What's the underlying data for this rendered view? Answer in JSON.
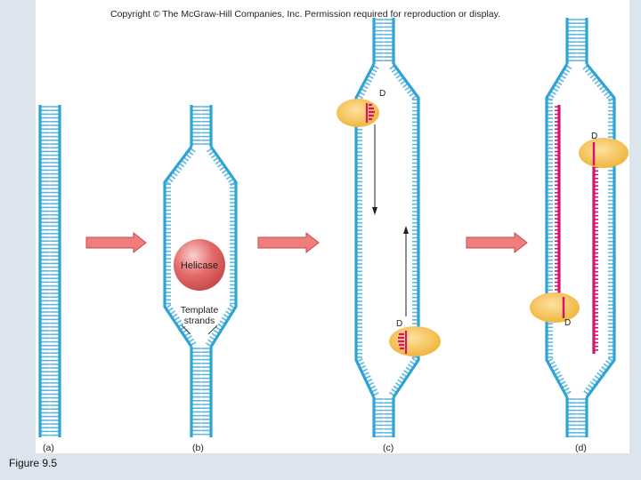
{
  "header": {
    "copyright": "Copyright © The McGraw-Hill Companies, Inc. Permission required for reproduction or display."
  },
  "caption": "Figure 9.5",
  "panels": {
    "a": {
      "label": "(a)"
    },
    "b": {
      "label": "(b)",
      "helicase": "Helicase",
      "template_line1": "Template",
      "template_line2": "strands"
    },
    "c": {
      "label": "(c)",
      "polymerase_top": "D",
      "polymerase_bottom": "D"
    },
    "d": {
      "label": "(d)",
      "polymerase_top": "D",
      "polymerase_bottom": "D"
    }
  },
  "colors": {
    "dna_strand": "#2ea3d6",
    "dna_rung": "#5ab8e0",
    "new_strand": "#d0166f",
    "polymerase": "#f2b93b",
    "helicase": "#e46a6a",
    "arrow_fill": "#f07c7c",
    "background": "#dce4ee"
  }
}
